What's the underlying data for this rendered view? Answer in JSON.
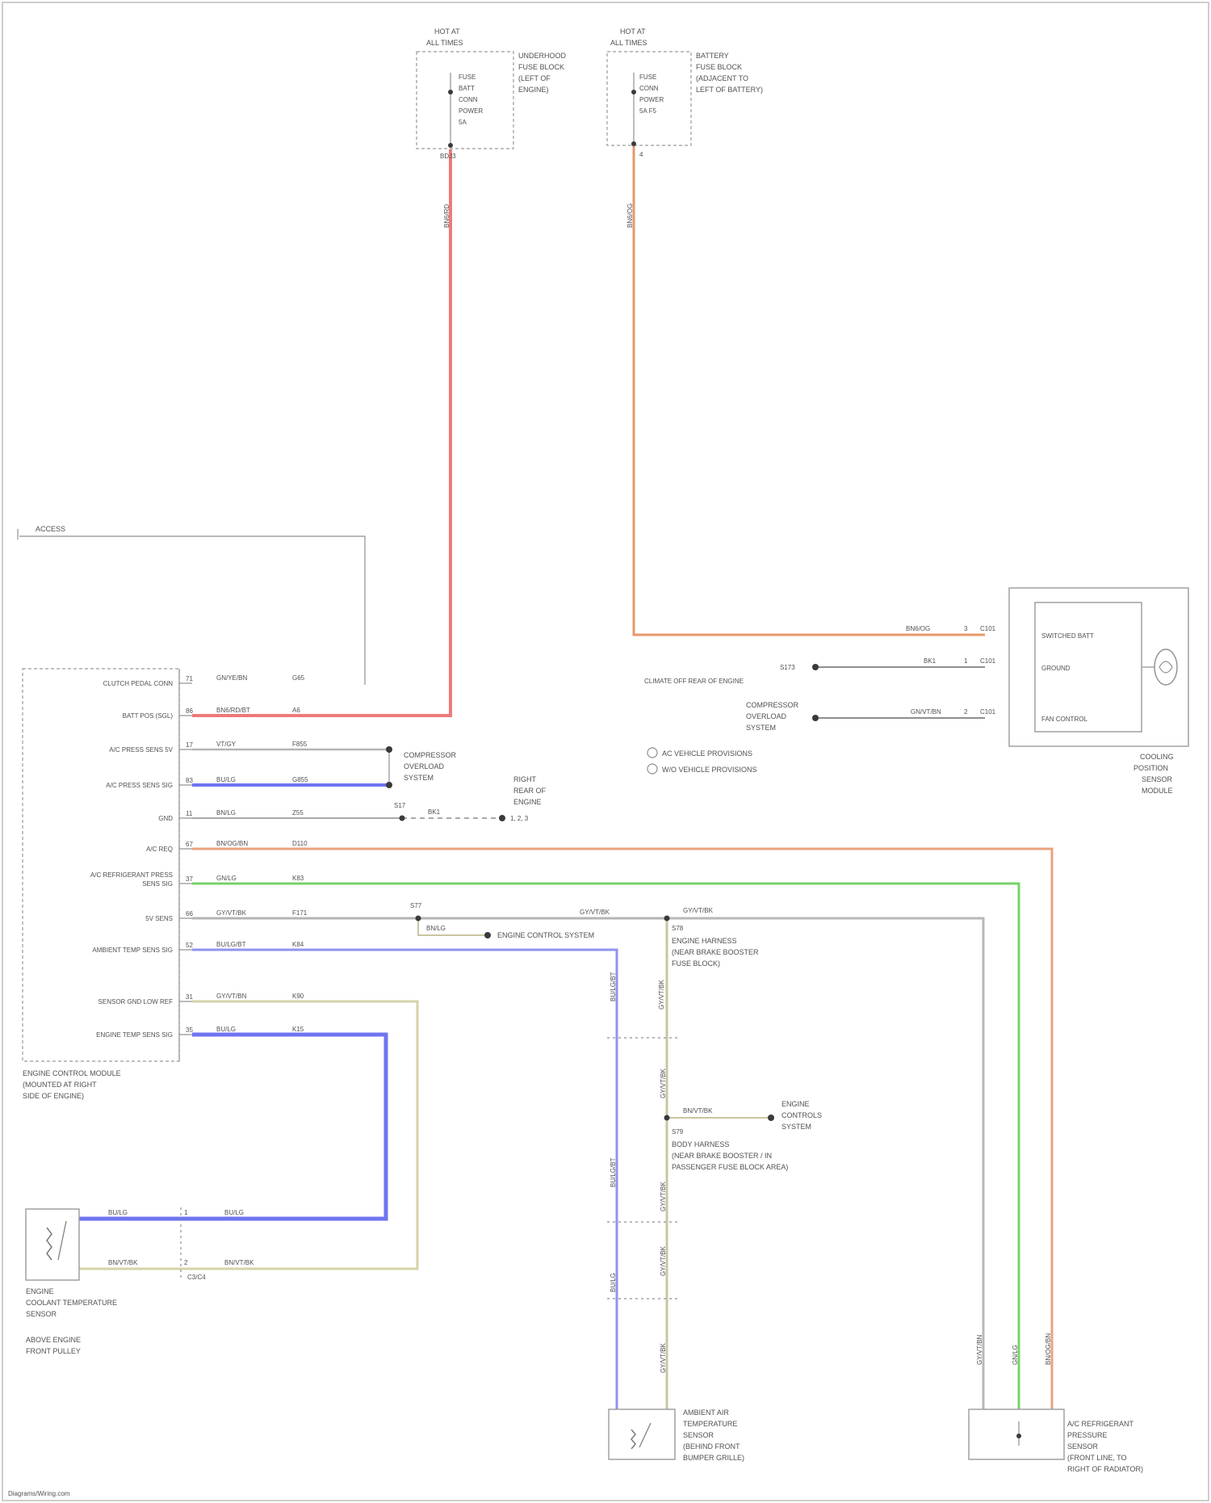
{
  "colors": {
    "red": "#ee7a7a",
    "orange": "#e8976a",
    "blue": "#6f74f0",
    "green": "#77d16a",
    "gray": "#b4b4b4",
    "tan": "#d6d3a8",
    "frame": "#9a9a9a"
  },
  "fuse_left": {
    "header_1": "HOT AT",
    "header_2": "ALL TIMES",
    "fuse_lines": [
      "FUSE",
      "BATT",
      "CONN",
      "POWER",
      "5A"
    ],
    "desc": [
      "UNDERHOOD",
      "FUSE BLOCK",
      "(LEFT OF",
      "ENGINE)"
    ],
    "pin": "BDJ3",
    "wire_id": "BN6/RD"
  },
  "fuse_right": {
    "header_1": "HOT AT",
    "header_2": "ALL TIMES",
    "fuse_lines": [
      "FUSE",
      "CONN",
      "POWER",
      "5A  F5"
    ],
    "desc": [
      "BATTERY",
      "FUSE BLOCK",
      "(ADJACENT TO",
      "LEFT OF BATTERY)"
    ],
    "pin": "4",
    "wire_id": "BN6/OG"
  },
  "ecm": {
    "ground_label": "ACCESS",
    "pins": [
      {
        "name": "CLUTCH PEDAL CONN",
        "num": "71",
        "wire": "GN/YE/BN",
        "circuit": "G65"
      },
      {
        "name": "BATT POS (SGL)",
        "num": "86",
        "wire": "BN6/RD/BT",
        "circuit": "A6"
      },
      {
        "name": "A/C PRESS SENS 5V",
        "num": "17",
        "wire": "VT/GY",
        "circuit": "F855"
      },
      {
        "name": "A/C PRESS SENS SIG",
        "num": "83",
        "wire": "BU/LG",
        "circuit": "G855"
      },
      {
        "name": "GND",
        "num": "11",
        "wire": "BN/LG",
        "circuit": "Z55"
      },
      {
        "name": "A/C REQ",
        "num": "67",
        "wire": "BN/OG/BN",
        "circuit": "D110"
      },
      {
        "name": "A/C REFRIGERANT PRESS SENS SIG",
        "num": "37",
        "wire": "GN/LG",
        "circuit": "K83"
      },
      {
        "name": "5V SENS",
        "num": "66",
        "wire": "GY/VT/BK",
        "circuit": "F171"
      },
      {
        "name": "AMBIENT TEMP SENS SIG",
        "num": "52",
        "wire": "BU/LG/BT",
        "circuit": "K84"
      },
      {
        "name": "SENSOR GND LOW REF",
        "num": "31",
        "wire": "GY/VT/BN",
        "circuit": "K90"
      },
      {
        "name": "ENGINE TEMP SENS SIG",
        "num": "35",
        "wire": "BU/LG",
        "circuit": "K15"
      }
    ],
    "desc": [
      "ENGINE CONTROL MODULE",
      "(MOUNTED AT RIGHT",
      "SIDE OF ENGINE)"
    ]
  },
  "compressor_mid": {
    "lines": [
      "COMPRESSOR",
      "OVERLOAD",
      "SYSTEM"
    ]
  },
  "splice_s1": {
    "splice": "S17",
    "wire": "BK1",
    "desc": [
      "RIGHT",
      "REAR OF",
      "ENGINE"
    ],
    "pin": "1, 2, 3"
  },
  "splice_s2": {
    "splice": "S77",
    "wire_a": "GY/VT/BK",
    "wire_b": "BN/LG",
    "dest_wire": "GY/VT/BK",
    "dest": "ENGINE CONTROL SYSTEM",
    "junction": "S78",
    "junction_desc": [
      "ENGINE HARNESS",
      "(NEAR BRAKE BOOSTER",
      "FUSE BLOCK)"
    ],
    "vertical_wire": "GY/VT/BK"
  },
  "splice_s3": {
    "wire": "BN/VT/BK",
    "dest": [
      "ENGINE",
      "CONTROLS",
      "SYSTEM"
    ],
    "label": "S79",
    "desc": [
      "BODY HARNESS",
      "(NEAR BRAKE BOOSTER / IN",
      "PASSENGER FUSE BLOCK AREA)"
    ]
  },
  "coolant_sensor": {
    "pin1_wire": "BU/LG",
    "pin2_wire": "BN/VT/BK",
    "conn_left_1": "1",
    "conn_left_2": "2",
    "conn": "C3/C4",
    "desc": [
      "ENGINE",
      "COOLANT TEMPERATURE",
      "SENSOR"
    ],
    "note": [
      "ABOVE ENGINE",
      "FRONT PULLEY"
    ]
  },
  "ambient_sensor": {
    "wires": [
      "BU/LG/BT",
      "BU/LG/BT",
      "BU/LG"
    ],
    "gnd_wires": [
      "GY/VT/BK",
      "GY/VT/BK",
      "GY/VT/BK",
      "GY/VT/BK"
    ],
    "desc": [
      "AMBIENT AIR",
      "TEMPERATURE",
      "SENSOR",
      "(BEHIND FRONT",
      "BUMPER GRILLE)"
    ]
  },
  "ac_pressure_sensor": {
    "wires": [
      "GY/VT/BN",
      "GN/LG",
      "BN/OG/BN"
    ],
    "desc": [
      "A/C REFRIGERANT",
      "PRESSURE",
      "SENSOR",
      "(FRONT LINE, TO",
      "RIGHT OF RADIATOR)"
    ]
  },
  "cooling_sensor": {
    "pins": [
      {
        "wire": "BN6/OG",
        "num": "3",
        "conn": "C101",
        "label": "SWITCHED BATT"
      },
      {
        "wire": "BK1",
        "num": "1",
        "conn": "C101",
        "label": "GROUND"
      },
      {
        "wire": "GN/VT/BN",
        "num": "2",
        "conn": "C101",
        "label": "FAN CONTROL"
      }
    ],
    "left_1": [
      "S173"
    ],
    "left_1b": "CLIMATE OFF REAR OF ENGINE",
    "left_2": [
      "COMPRESSOR",
      "OVERLOAD",
      "SYSTEM"
    ],
    "legend": [
      "AC VEHICLE PROVISIONS",
      "W/O VEHICLE PROVISIONS"
    ],
    "desc": [
      "COOLING",
      "POSITION",
      "SENSOR",
      "MODULE"
    ]
  },
  "footer": "Diagrams/Wiring.com"
}
